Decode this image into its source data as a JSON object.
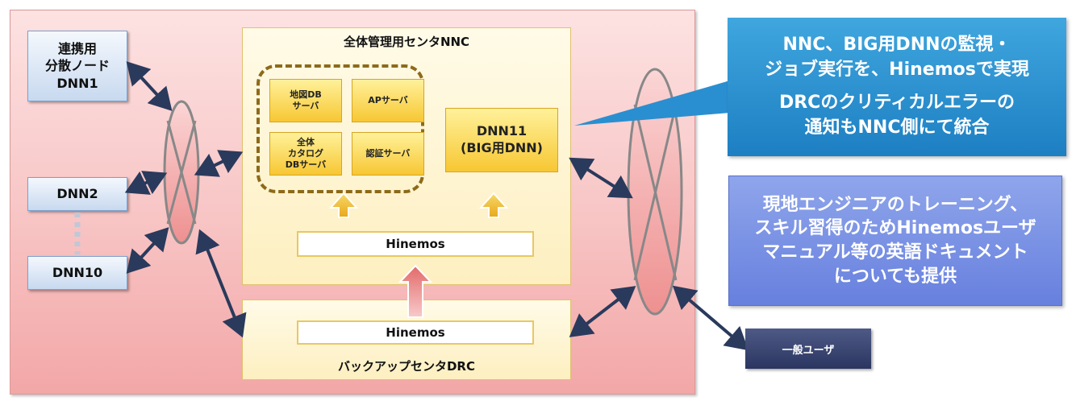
{
  "nodes": {
    "dnn1": "連携用\n分散ノード\nDNN1",
    "dnn2": "DNN2",
    "dnn10": "DNN10"
  },
  "nnc": {
    "title": "全体管理用センタNNC",
    "servers": {
      "map_db": "地図DB\nサーバ",
      "ap": "APサーバ",
      "catalog_db": "全体\nカタログ\nDBサーバ",
      "auth": "認証サーバ"
    },
    "dnn11": "DNN11\n(BIG用DNN)",
    "hinemos": "Hinemos"
  },
  "drc": {
    "title": "バックアップセンタDRC",
    "hinemos": "Hinemos"
  },
  "callout": {
    "line1": "NNC、BIG用DNNの監視・\nジョブ実行を、Hinemosで実現",
    "line2": "DRCのクリティカルエラーの\n通知もNNC側にて統合"
  },
  "info": "現地エンジニアのトレーニング、\nスキル習得のためHinemosユーザ\nマニュアル等の英語ドキュメント\nについても提供",
  "user": "一般ユーザ",
  "colors": {
    "panel": "#f8c7c7",
    "dnn_box": "#c8d9ef",
    "gold": "#f7c733",
    "callout": "#1d7fc2",
    "info": "#6780de",
    "user": "#2b3560",
    "connector": "#2a3a5c"
  }
}
